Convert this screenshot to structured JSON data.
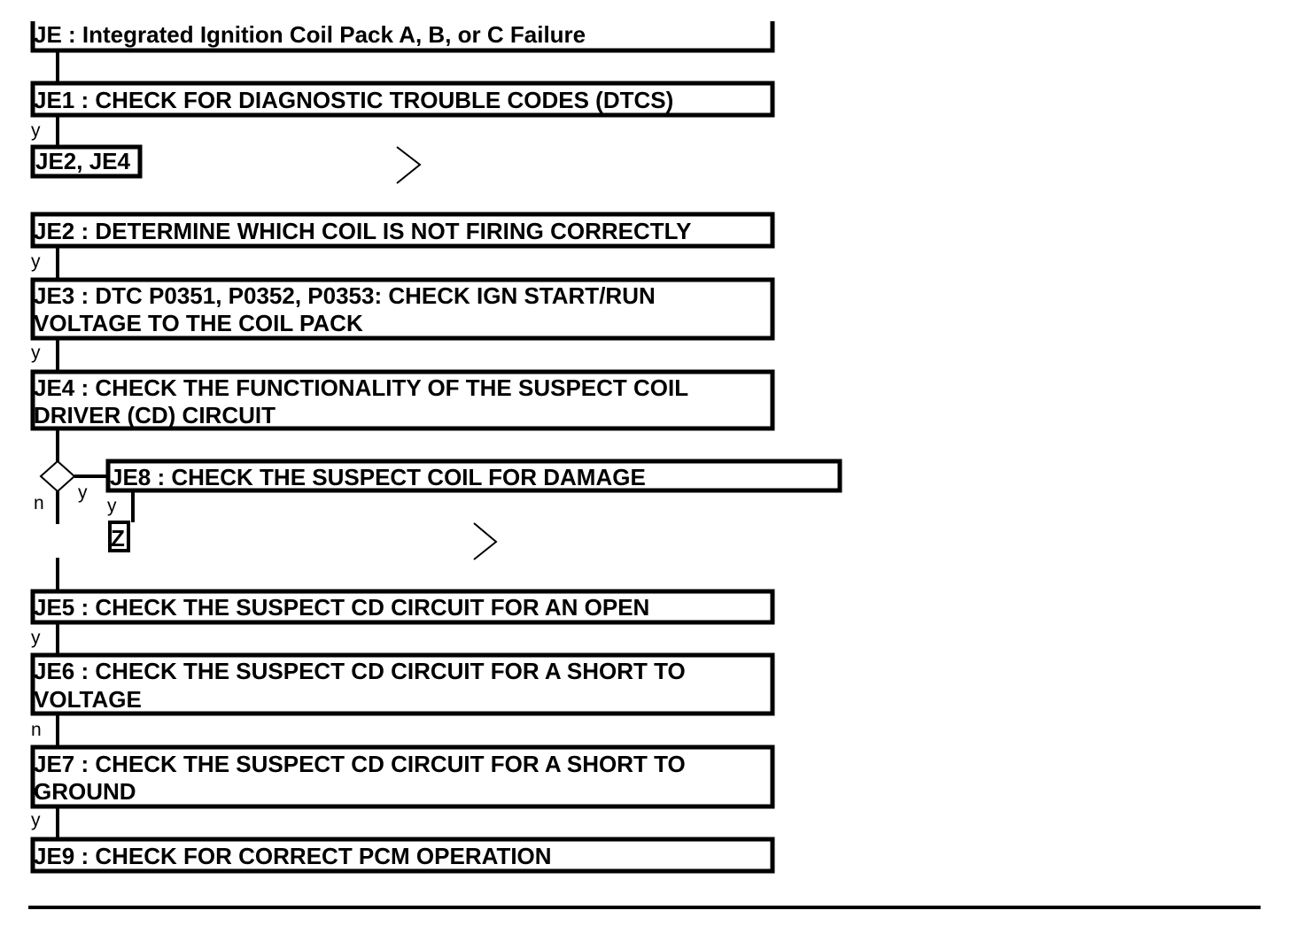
{
  "title_box": {
    "text": "JE : Integrated Ignition Coil Pack A, B, or C Failure"
  },
  "steps": {
    "je1": {
      "lines": [
        "JE1 : CHECK FOR DIAGNOSTIC TROUBLE CODES (DTCS)"
      ]
    },
    "goto_je2_je4": {
      "lines": [
        "JE2, JE4"
      ]
    },
    "je2": {
      "lines": [
        "JE2 : DETERMINE WHICH COIL IS NOT FIRING CORRECTLY"
      ]
    },
    "je3": {
      "lines": [
        "JE3 : DTC P0351, P0352, P0353: CHECK IGN START/RUN",
        "VOLTAGE TO THE COIL PACK"
      ]
    },
    "je4": {
      "lines": [
        "JE4 : CHECK THE FUNCTIONALITY OF THE SUSPECT COIL",
        "DRIVER (CD) CIRCUIT"
      ]
    },
    "je8": {
      "lines": [
        "JE8 : CHECK THE SUSPECT COIL FOR DAMAGE"
      ]
    },
    "goto_z": {
      "lines": [
        "Z"
      ]
    },
    "je5": {
      "lines": [
        "JE5 : CHECK THE SUSPECT CD CIRCUIT FOR AN OPEN"
      ]
    },
    "je6": {
      "lines": [
        "JE6 : CHECK THE SUSPECT CD CIRCUIT FOR A SHORT TO",
        "VOLTAGE"
      ]
    },
    "je7": {
      "lines": [
        "JE7 : CHECK THE SUSPECT CD CIRCUIT FOR A SHORT TO",
        "GROUND"
      ]
    },
    "je9": {
      "lines": [
        "JE9 : CHECK FOR CORRECT PCM OPERATION"
      ]
    }
  },
  "branch_labels": {
    "je1_yes": "y",
    "je2_yes": "y",
    "je3_yes": "y",
    "decision_yes": "y",
    "decision_no": "n",
    "je8_yes": "y",
    "je5_yes": "y",
    "je6_no": "n",
    "je7_yes": "y"
  },
  "icons": [
    "continue-chevron-icon",
    "decision-diamond-icon"
  ]
}
